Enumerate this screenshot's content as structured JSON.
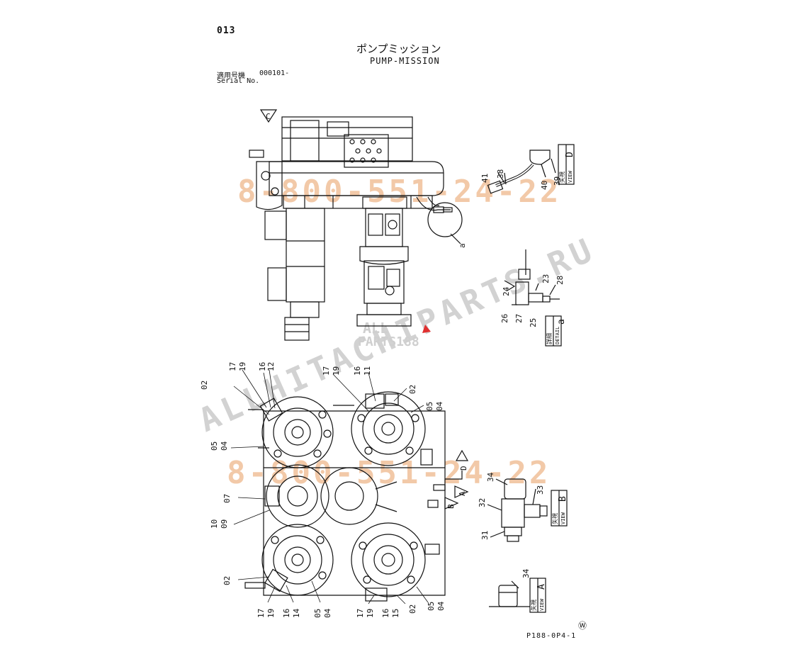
{
  "header": {
    "page_number": "013",
    "title_jp": "ポンプミッション",
    "title_en": "PUMP-MISSION",
    "serial_label_jp": "適用号機",
    "serial_value": "000101-",
    "serial_label_en": "Serial No."
  },
  "footer": {
    "drawing_code": "P188-0P4-1",
    "mark": "Ⓦ"
  },
  "watermarks": {
    "phone": "8-800-551-24-22",
    "site": "ALLHITACHIPARTS.RU",
    "logo_top": "ALL",
    "logo_bottom": "PARTS188"
  },
  "views": {
    "view_c": {
      "letter": "C"
    },
    "view_d": {
      "jp": "矢視",
      "en": "VIEW",
      "letter": "D"
    },
    "detail_a": {
      "jp": "詳細",
      "en": "DETAIL",
      "letter": "a"
    },
    "view_b": {
      "jp": "矢視",
      "en": "VIEW",
      "letter": "B"
    },
    "view_a": {
      "jp": "矢視",
      "en": "VIEW",
      "letter": "A"
    },
    "arrow_d": "D",
    "arrow_b": "B",
    "arrow_a": "A",
    "detail_marker": "a"
  },
  "callouts": {
    "view_d": [
      "41",
      "38",
      "40",
      "39"
    ],
    "detail_a": [
      "23",
      "28",
      "24",
      "26",
      "27",
      "25"
    ],
    "top_left_pump": [
      "17",
      "19",
      "16",
      "12",
      "02",
      "05",
      "04"
    ],
    "top_right_pump": [
      "17",
      "19",
      "16",
      "11",
      "02",
      "05",
      "04"
    ],
    "center_pump": [
      "07",
      "10",
      "09"
    ],
    "bottom_left_pump": [
      "02",
      "17",
      "19",
      "16",
      "14",
      "05",
      "04"
    ],
    "bottom_right_pump": [
      "17",
      "19",
      "16",
      "15",
      "02",
      "05",
      "04"
    ],
    "view_b": [
      "34",
      "33",
      "32",
      "31"
    ],
    "view_a": [
      "34"
    ]
  },
  "colors": {
    "ink": "#111111",
    "watermark_phone": "#f2c9a8",
    "watermark_site": "#d4d4d4",
    "red_mark": "#e03030"
  }
}
